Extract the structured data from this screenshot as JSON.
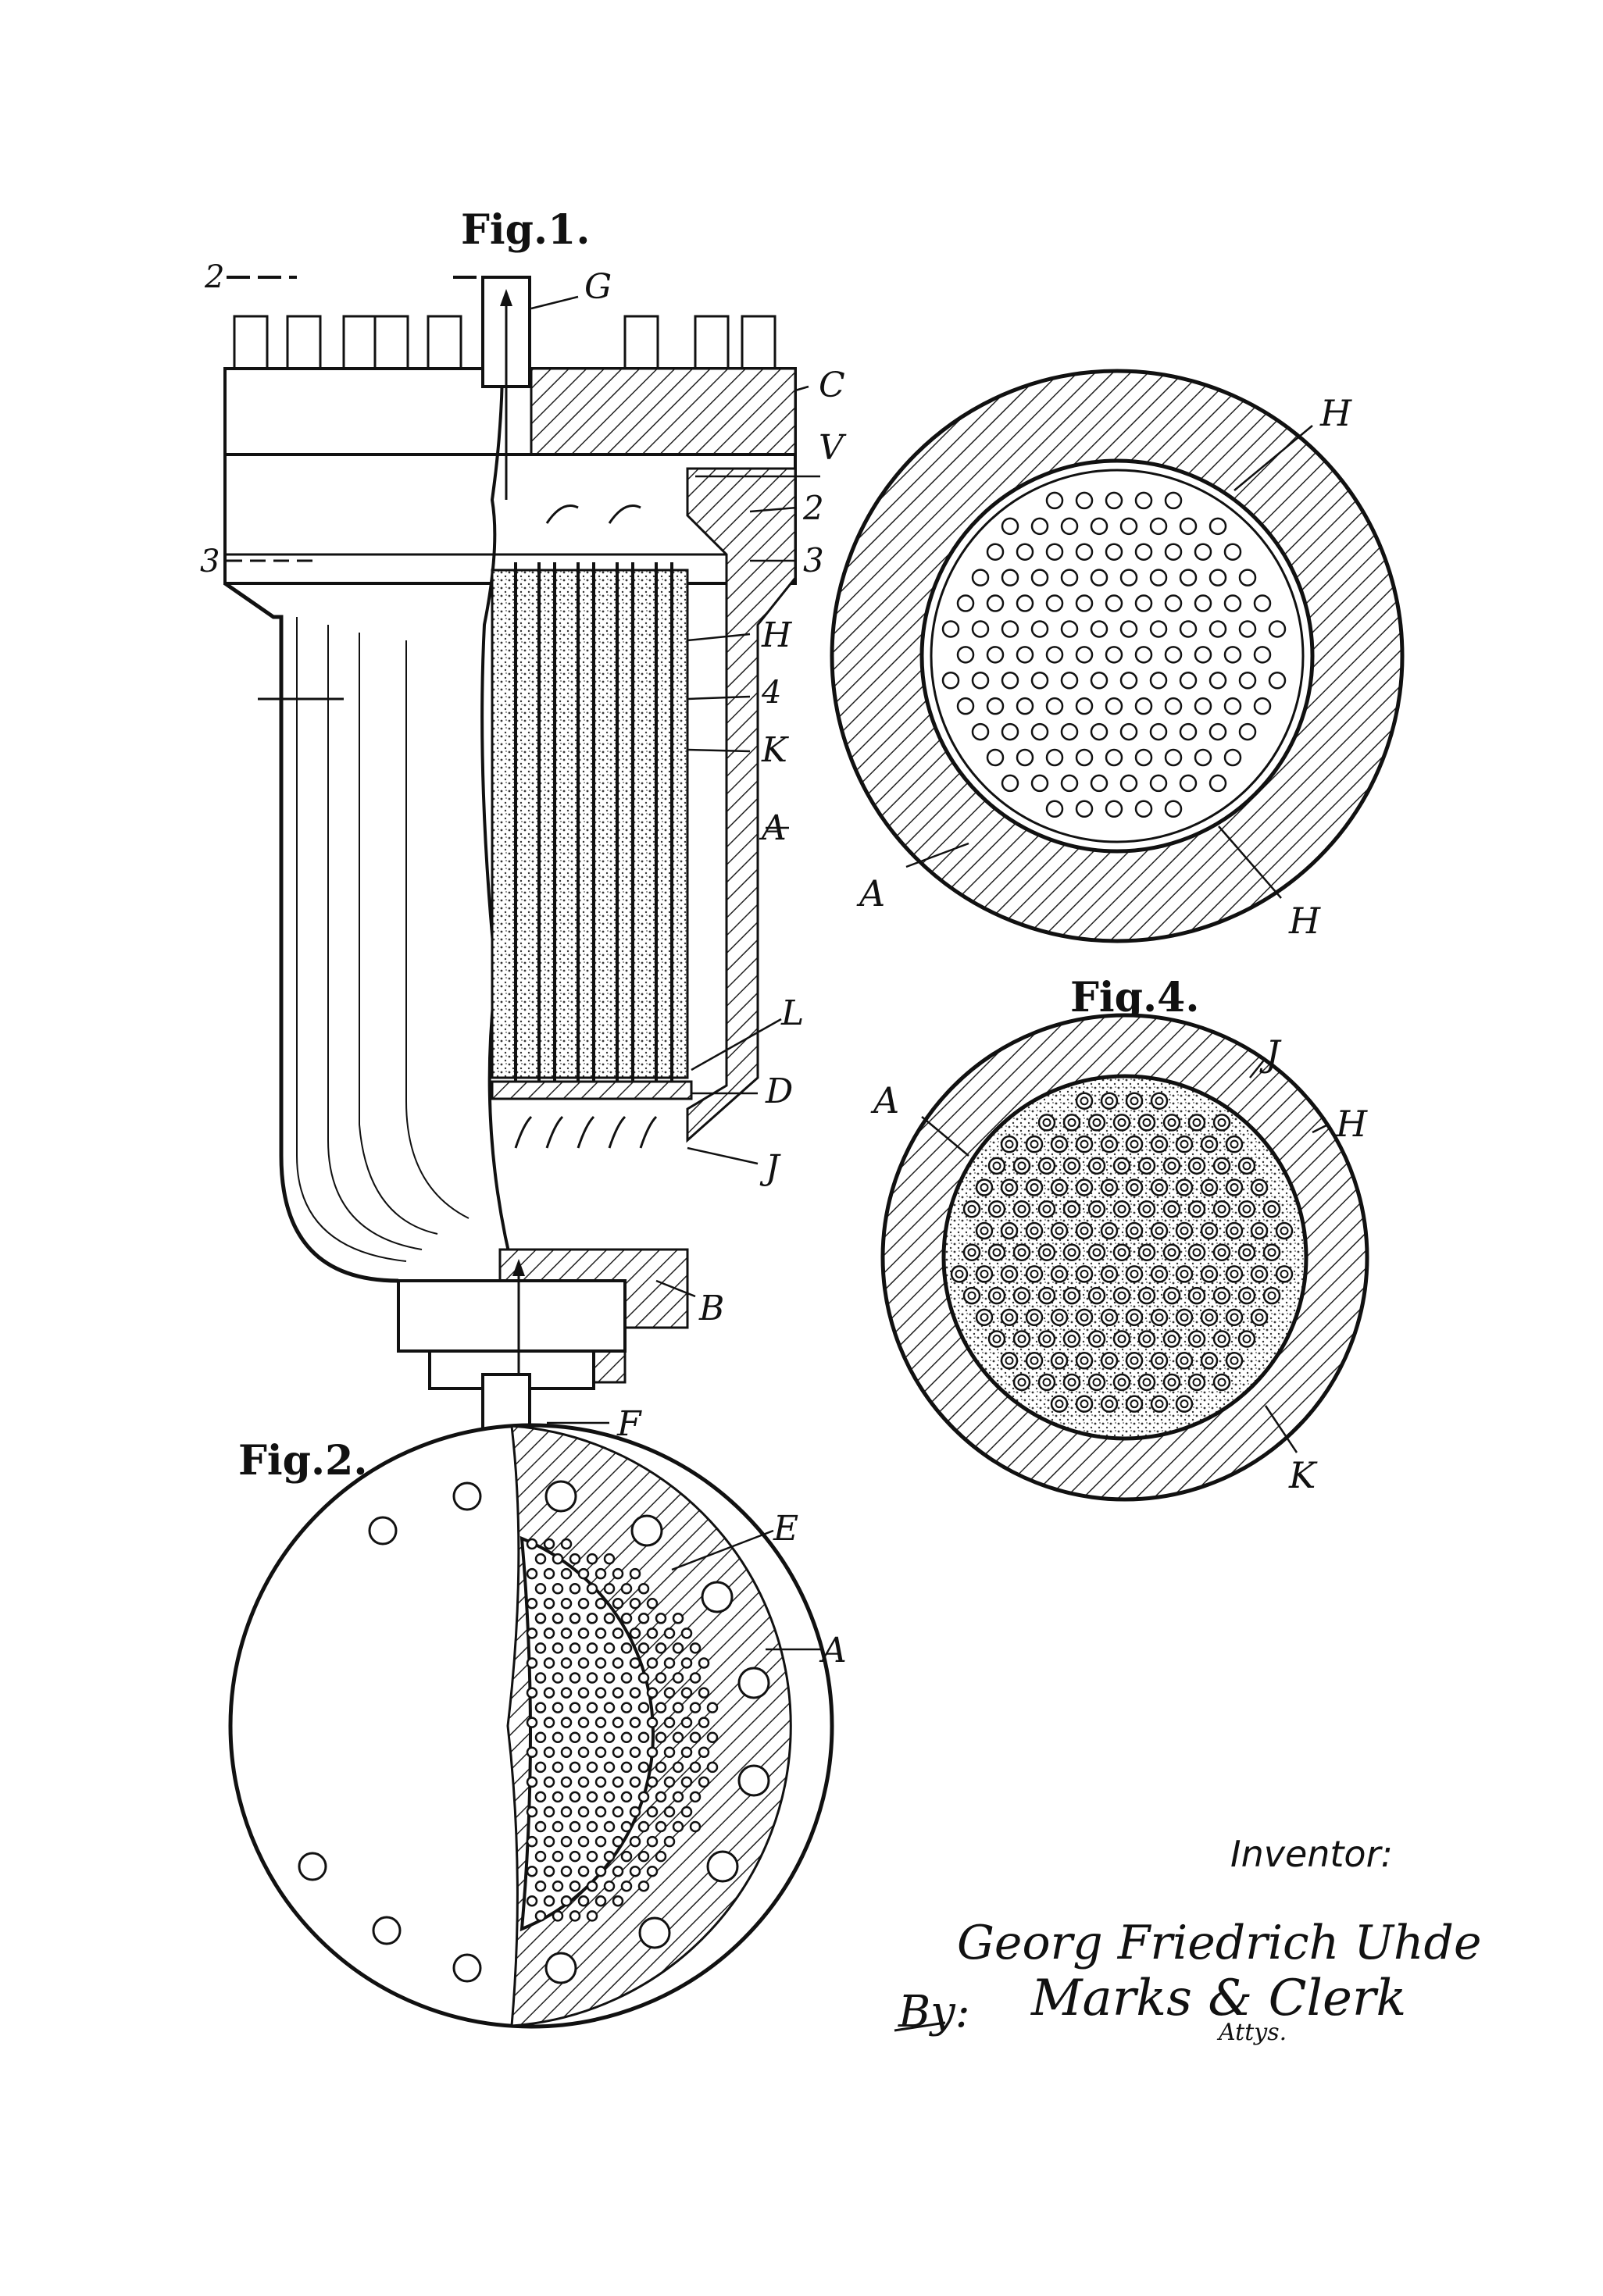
{
  "figures": {
    "fig1": {
      "title": "Fig.1.",
      "labels": {
        "G": "G",
        "C": "C",
        "V": "V",
        "two_a": "2",
        "two_b": "2",
        "three_a": "3",
        "three_b": "3",
        "H": "H",
        "four": "4",
        "K": "K",
        "A": "A",
        "L": "L",
        "D": "D",
        "J": "J",
        "B": "B",
        "F": "F"
      }
    },
    "fig2": {
      "title": "Fig.2.",
      "labels": {
        "E": "E",
        "A": "A"
      }
    },
    "fig3": {
      "labels": {
        "H_top": "H",
        "H_bottom": "H",
        "A": "A"
      }
    },
    "fig4": {
      "title": "Fig.4.",
      "labels": {
        "A": "A",
        "J": "J",
        "H": "H",
        "K": "K"
      }
    }
  },
  "signature": {
    "inventor_heading": "Inventor:",
    "inventor_name": "Georg Friedrich Uhde",
    "by": "By:",
    "attorneys": "Marks & Clerk",
    "attys": "Attys."
  }
}
